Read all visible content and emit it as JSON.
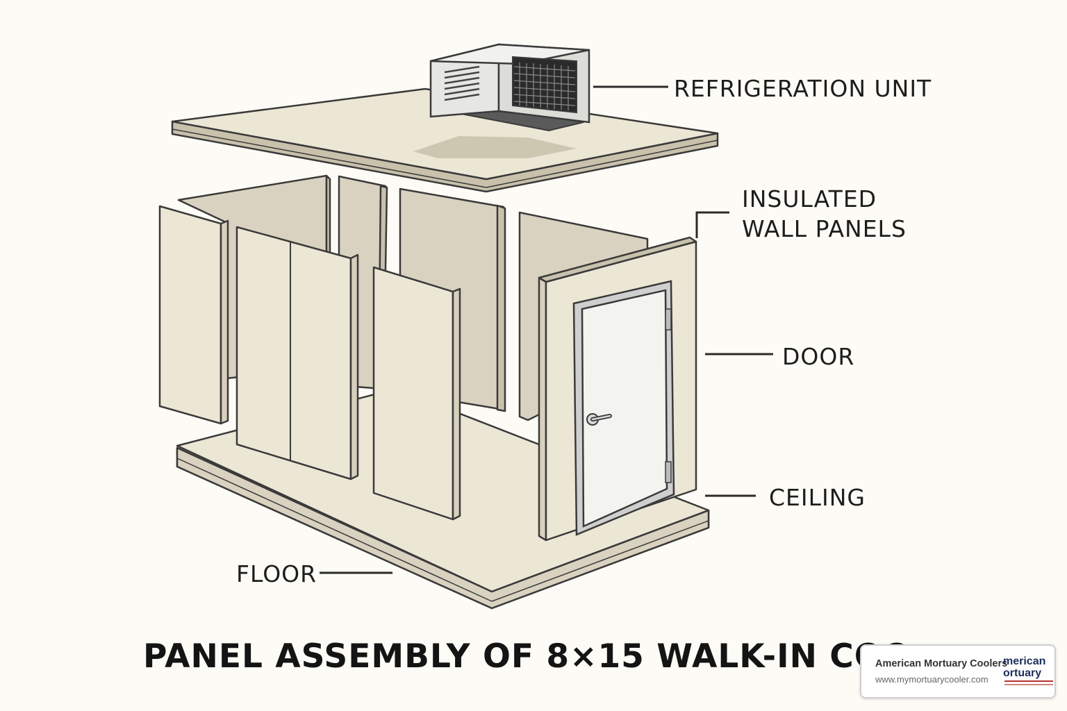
{
  "title": "PANEL ASSEMBLY OF 8×15 WALK-IN COO",
  "labels": {
    "refrigeration_unit": "REFRIGERATION UNIT",
    "insulated_wall_panels_line1": "INSULATED",
    "insulated_wall_panels_line2": "WALL PANELS",
    "door": "DOOR",
    "ceiling": "CEILING",
    "floor": "FLOOR"
  },
  "watermark": {
    "name": "American Mortuary Coolers",
    "url": "www.mymortuarycooler.com",
    "logo_line1": "merican",
    "logo_line2": "ortuary"
  },
  "colors": {
    "background": "#fdfbf5",
    "panel": "#ece6d5",
    "outline": "#3a3a3a"
  }
}
